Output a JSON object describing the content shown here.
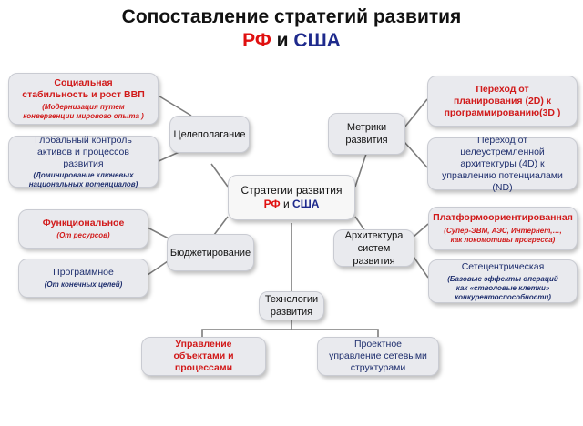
{
  "title": {
    "line1": "Сопоставление стратегий развития",
    "rf": "РФ",
    "and": "и",
    "usa": "США"
  },
  "center": {
    "line1": "Стратегии развития",
    "rf": "РФ",
    "and": "и",
    "usa": "США"
  },
  "hubs": {
    "goal": "Целеполагание",
    "metrics": "Метрики развития",
    "budget": "Бюджетирование",
    "architecture": "Архитектура систем развития",
    "technology": "Технологии развития"
  },
  "leaves": {
    "social": {
      "title": "Социальная стабильность и рост ВВП",
      "note": "(Модернизация путем конвергенции мирового опыта )"
    },
    "global": {
      "title": "Глобальный контроль активов и процессов развития",
      "note": "(Доминирование ключевых национальных потенциалов)"
    },
    "functional": {
      "title": "Функциональное",
      "note": "(От ресурсов)"
    },
    "program": {
      "title": "Программное",
      "note": "(От конечных целей)"
    },
    "planning": {
      "title": "Переход от планирования (2D) к программированию(3D )"
    },
    "purposeful": {
      "title": "Переход от целеустремленной архитектуры (4D) к управлению потенциалами (ND)"
    },
    "platform": {
      "title": "Платформоориентированная",
      "note": "(Супер-ЭВМ, АЭС, Интернет,…, как локомотивы прогресса)"
    },
    "network": {
      "title": "Сетецентрическая",
      "note": "(Базовые эффекты операций как «стволовые клетки» конкурентоспособности)"
    },
    "objects": {
      "title": "Управление объектами и процессами"
    },
    "project": {
      "title": "Проектное управление сетевыми структурами"
    }
  }
}
